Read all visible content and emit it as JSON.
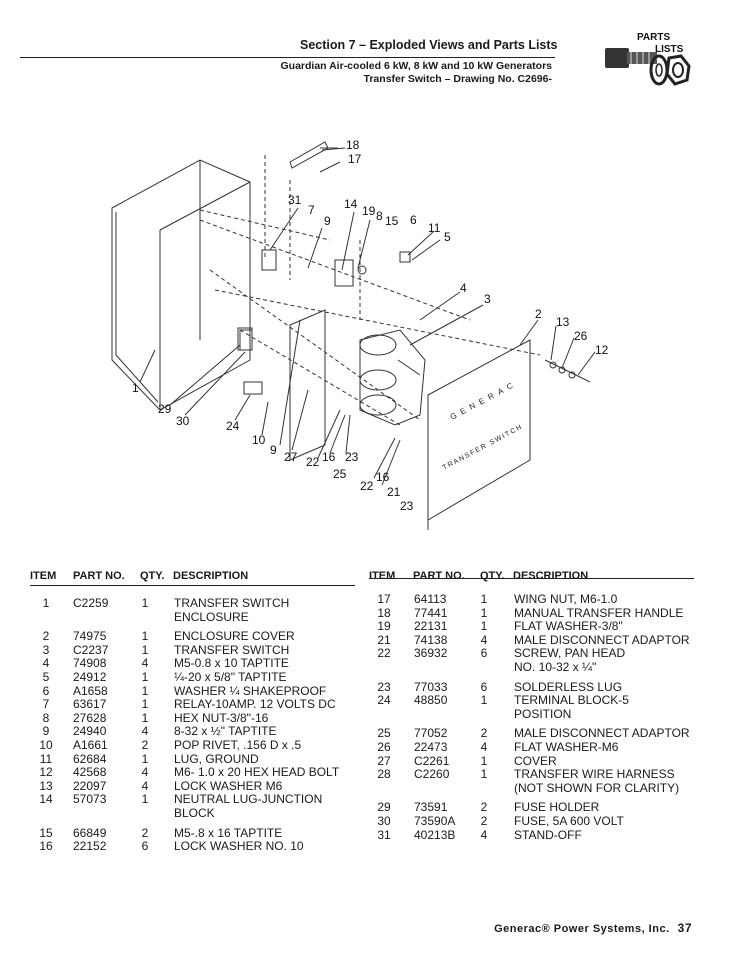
{
  "header": {
    "section_title": "Section 7 – Exploded Views and Parts Lists",
    "subtitle_line1": "Guardian Air-cooled 6 kW, 8 kW and 10 kW Generators",
    "subtitle_line2": "Transfer Switch – Drawing No. C2696-",
    "logo_text1": "PARTS",
    "logo_text2": "LISTS"
  },
  "diagram": {
    "callouts": [
      "18",
      "17",
      "31",
      "7",
      "9",
      "14",
      "19",
      "8",
      "15",
      "6",
      "11",
      "5",
      "4",
      "3",
      "2",
      "13",
      "26",
      "12",
      "1",
      "29",
      "30",
      "24",
      "10",
      "9",
      "27",
      "22",
      "16",
      "23",
      "25",
      "22",
      "21",
      "16",
      "23"
    ],
    "cover_lettering": "GENERAC",
    "cover_lettering2": "TRANSFER SWITCH"
  },
  "table": {
    "col_item": "ITEM",
    "col_part": "PART NO.",
    "col_qty": "QTY.",
    "col_desc": "DESCRIPTION",
    "left_rows": [
      {
        "item": "1",
        "part": "C2259",
        "qty": "1",
        "desc": "TRANSFER SWITCH"
      },
      {
        "item": "",
        "part": "",
        "qty": "",
        "desc": "ENCLOSURE"
      },
      {
        "item": "2",
        "part": "74975",
        "qty": "1",
        "desc": "ENCLOSURE COVER"
      },
      {
        "item": "3",
        "part": "C2237",
        "qty": "1",
        "desc": "TRANSFER  SWITCH"
      },
      {
        "item": "4",
        "part": "74908",
        "qty": "4",
        "desc": "M5-0.8 x 10 TAPTITE"
      },
      {
        "item": "5",
        "part": "24912",
        "qty": "1",
        "desc": "¼-20 x 5/8\" TAPTITE"
      },
      {
        "item": "6",
        "part": "A1658",
        "qty": "1",
        "desc": "WASHER ¼ SHAKEPROOF"
      },
      {
        "item": "7",
        "part": "63617",
        "qty": "1",
        "desc": "RELAY-10AMP. 12 VOLTS DC"
      },
      {
        "item": "8",
        "part": "27628",
        "qty": "1",
        "desc": "HEX NUT-3/8\"-16"
      },
      {
        "item": "9",
        "part": "24940",
        "qty": "4",
        "desc": "8-32 x ½\" TAPTITE"
      },
      {
        "item": "10",
        "part": "A1661",
        "qty": "2",
        "desc": "POP RIVET, .156 D x .5"
      },
      {
        "item": "11",
        "part": "62684",
        "qty": "1",
        "desc": "LUG, GROUND"
      },
      {
        "item": "12",
        "part": "42568",
        "qty": "4",
        "desc": "M6- 1.0 x 20 HEX HEAD BOLT"
      },
      {
        "item": "13",
        "part": "22097",
        "qty": "4",
        "desc": "LOCK WASHER M6"
      },
      {
        "item": "14",
        "part": "57073",
        "qty": "1",
        "desc": "NEUTRAL LUG-JUNCTION"
      },
      {
        "item": "",
        "part": "",
        "qty": "",
        "desc": "BLOCK"
      },
      {
        "item": "15",
        "part": "66849",
        "qty": "2",
        "desc": "M5-.8 x 16 TAPTITE"
      },
      {
        "item": "16",
        "part": "22152",
        "qty": "6",
        "desc": "LOCK WASHER NO. 10"
      }
    ],
    "right_rows": [
      {
        "item": "17",
        "part": "64113",
        "qty": "1",
        "desc": "WING NUT, M6-1.0"
      },
      {
        "item": "18",
        "part": "77441",
        "qty": "1",
        "desc": "MANUAL TRANSFER HANDLE"
      },
      {
        "item": "19",
        "part": "22131",
        "qty": "1",
        "desc": "FLAT WASHER-3/8\""
      },
      {
        "item": "21",
        "part": "74138",
        "qty": "4",
        "desc": "MALE DISCONNECT ADAPTOR"
      },
      {
        "item": "22",
        "part": "36932",
        "qty": "6",
        "desc": "SCREW, PAN HEAD"
      },
      {
        "item": "",
        "part": "",
        "qty": "",
        "desc": "NO. 10-32 x ¼\""
      },
      {
        "item": "23",
        "part": "77033",
        "qty": "6",
        "desc": "SOLDERLESS LUG"
      },
      {
        "item": "24",
        "part": "48850",
        "qty": "1",
        "desc": "TERMINAL BLOCK-5"
      },
      {
        "item": "",
        "part": "",
        "qty": "",
        "desc": "POSITION"
      },
      {
        "item": "25",
        "part": "77052",
        "qty": "2",
        "desc": "MALE DISCONNECT ADAPTOR"
      },
      {
        "item": "26",
        "part": "22473",
        "qty": "4",
        "desc": "FLAT WASHER-M6"
      },
      {
        "item": "27",
        "part": "C2261",
        "qty": "1",
        "desc": "COVER"
      },
      {
        "item": "28",
        "part": "C2260",
        "qty": "1",
        "desc": "TRANSFER WIRE HARNESS"
      },
      {
        "item": "",
        "part": "",
        "qty": "",
        "desc": "(NOT SHOWN FOR CLARITY)"
      },
      {
        "item": "29",
        "part": "73591",
        "qty": "2",
        "desc": "FUSE HOLDER"
      },
      {
        "item": "30",
        "part": "73590A",
        "qty": "2",
        "desc": "FUSE, 5A 600 VOLT"
      },
      {
        "item": "31",
        "part": "40213B",
        "qty": "4",
        "desc": "STAND-OFF"
      }
    ]
  },
  "footer": {
    "company": "Generac® Power Systems, Inc.",
    "page_number": "37"
  }
}
